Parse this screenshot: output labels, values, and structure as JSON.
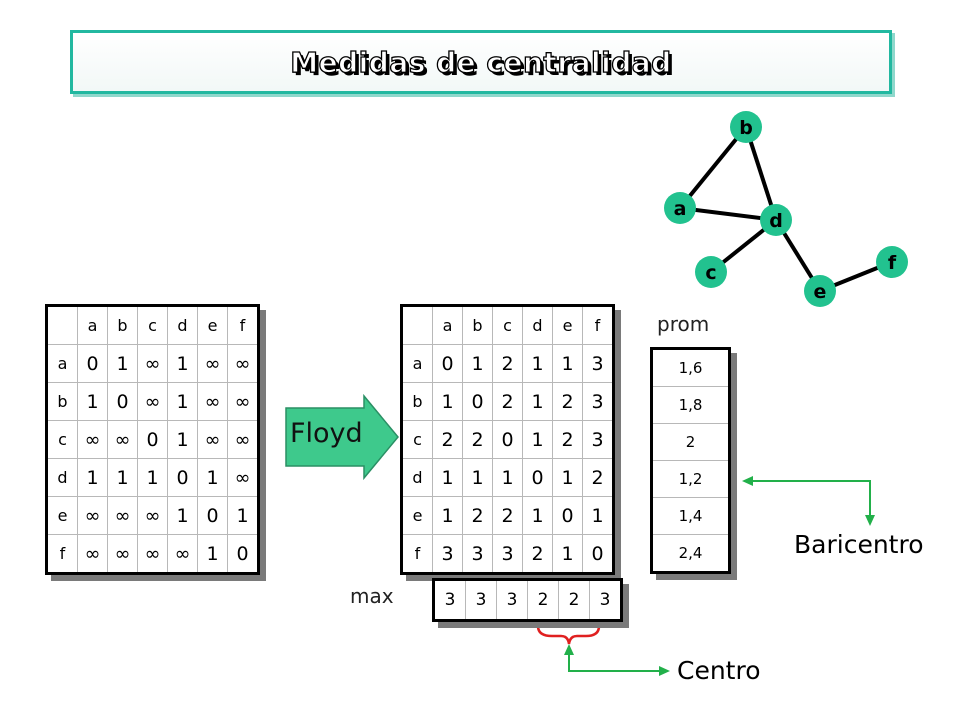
{
  "title": "Medidas de centralidad",
  "graph": {
    "nodes": [
      "a",
      "b",
      "c",
      "d",
      "e",
      "f"
    ],
    "edges": [
      [
        "a",
        "b"
      ],
      [
        "a",
        "d"
      ],
      [
        "b",
        "d"
      ],
      [
        "c",
        "d"
      ],
      [
        "d",
        "e"
      ],
      [
        "e",
        "f"
      ]
    ],
    "node_color": "#22c28f"
  },
  "adjacency": {
    "columns": [
      "a",
      "b",
      "c",
      "d",
      "e",
      "f"
    ],
    "rows": [
      {
        "label": "a",
        "cells": [
          "0",
          "1",
          "∞",
          "1",
          "∞",
          "∞"
        ]
      },
      {
        "label": "b",
        "cells": [
          "1",
          "0",
          "∞",
          "1",
          "∞",
          "∞"
        ]
      },
      {
        "label": "c",
        "cells": [
          "∞",
          "∞",
          "0",
          "1",
          "∞",
          "∞"
        ]
      },
      {
        "label": "d",
        "cells": [
          "1",
          "1",
          "1",
          "0",
          "1",
          "∞"
        ]
      },
      {
        "label": "e",
        "cells": [
          "∞",
          "∞",
          "∞",
          "1",
          "0",
          "1"
        ]
      },
      {
        "label": "f",
        "cells": [
          "∞",
          "∞",
          "∞",
          "∞",
          "1",
          "0"
        ]
      }
    ]
  },
  "arrow": {
    "label": "Floyd",
    "color": "#3ec98c"
  },
  "distances": {
    "columns": [
      "a",
      "b",
      "c",
      "d",
      "e",
      "f"
    ],
    "rows": [
      {
        "label": "a",
        "cells": [
          "0",
          "1",
          "2",
          "1",
          "1",
          "3"
        ]
      },
      {
        "label": "b",
        "cells": [
          "1",
          "0",
          "2",
          "1",
          "2",
          "3"
        ]
      },
      {
        "label": "c",
        "cells": [
          "2",
          "2",
          "0",
          "1",
          "2",
          "3"
        ]
      },
      {
        "label": "d",
        "cells": [
          "1",
          "1",
          "1",
          "0",
          "1",
          "2"
        ]
      },
      {
        "label": "e",
        "cells": [
          "1",
          "2",
          "2",
          "1",
          "0",
          "1"
        ]
      },
      {
        "label": "f",
        "cells": [
          "3",
          "3",
          "3",
          "2",
          "1",
          "0"
        ]
      }
    ]
  },
  "max": {
    "label": "max",
    "values": [
      "3",
      "3",
      "3",
      "2",
      "2",
      "3"
    ]
  },
  "prom": {
    "label": "prom",
    "values": [
      "1,6",
      "1,8",
      "2",
      "1,2",
      "1,4",
      "2,4"
    ]
  },
  "annotations": {
    "baricentro": "Baricentro",
    "centro": "Centro",
    "pointer_color": "#22b04a",
    "brace_color": "#e02020"
  }
}
